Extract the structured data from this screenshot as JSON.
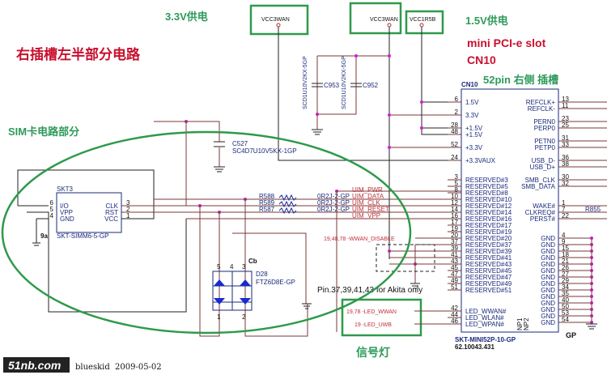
{
  "labels": {
    "title": "右插槽左半部分电路",
    "power33": "3.3V供电",
    "power15": "1.5V供电",
    "slot": "mini PCI-e slot",
    "cn10": "CN10",
    "pin52": "52pin 右侧 插槽",
    "sim": "SIM卡电路部分",
    "signal_led": "信号灯",
    "akita_note": "Pin.37,39,41,43 for Akita only"
  },
  "power_nets": [
    "VCC3WAN",
    "VCC3WAN",
    "VCC1R5B"
  ],
  "capacitors": [
    {
      "ref": "C953",
      "part": "SCD1U10V2KX-5GP"
    },
    {
      "ref": "C952",
      "part": "SCD1U10V2KX-5GP"
    },
    {
      "ref": "C527",
      "part": "SC4D7U10V5KX-1GP"
    }
  ],
  "sim_socket": {
    "ref": "SKT3",
    "part": "SKT-SIMM6-5-GP",
    "left_pins": [
      {
        "num": "6",
        "name": "I/O"
      },
      {
        "num": "5",
        "name": "VPP"
      },
      {
        "num": "4",
        "name": "GND"
      }
    ],
    "right_pins": [
      {
        "num": "3",
        "name": "CLK"
      },
      {
        "num": "2",
        "name": "RST"
      },
      {
        "num": "1",
        "name": "VCC"
      }
    ],
    "marker": "9a"
  },
  "resistors": [
    {
      "ref": "R588",
      "value": "0R2J-2-GP"
    },
    {
      "ref": "R589",
      "value": "0R2J-2-GP"
    },
    {
      "ref": "R587",
      "value": "0R2J-2-GP"
    }
  ],
  "uim_nets": [
    "UIM_PWR",
    "UIM_DATA",
    "UIM_CLK",
    "UIM_RESET",
    "UIM_VPP"
  ],
  "diode": {
    "ref": "D28",
    "part": "FTZ6D8E-GP",
    "pins": [
      "5",
      "4",
      "3",
      "1",
      "2"
    ],
    "marker": "Cb"
  },
  "wwan_disable": "19,48,78  -WWAN_DISABLE",
  "led_nets": [
    "19,78  -LED_WWAN",
    "19  -LED_UWB"
  ],
  "connector": {
    "ref": "CN10",
    "part": "SKT-MINI52P-10-GP",
    "part_no": "62.10043.431",
    "marker": "GP",
    "np": [
      "NP1",
      "NP2"
    ],
    "left_pins": [
      {
        "num": "6",
        "name": "1.5V"
      },
      {
        "num": "2",
        "name": "3.3V"
      },
      {
        "num": "28",
        "name": "+1.5V"
      },
      {
        "num": "48",
        "name": "+1.5V"
      },
      {
        "num": "52",
        "name": "+3.3V"
      },
      {
        "num": "24",
        "name": "+3.3VAUX"
      },
      {
        "num": "3",
        "name": "RESERVED#3"
      },
      {
        "num": "5",
        "name": "RESERVED#5"
      },
      {
        "num": "8",
        "name": "RESERVED#8"
      },
      {
        "num": "10",
        "name": "RESERVED#10"
      },
      {
        "num": "12",
        "name": "RESERVED#12"
      },
      {
        "num": "14",
        "name": "RESERVED#14"
      },
      {
        "num": "16",
        "name": "RESERVED#16"
      },
      {
        "num": "17",
        "name": "RESERVED#17"
      },
      {
        "num": "19",
        "name": "RESERVED#19"
      },
      {
        "num": "20",
        "name": "RESERVED#20"
      },
      {
        "num": "37",
        "name": "RESERVED#37"
      },
      {
        "num": "39",
        "name": "RESERVED#39"
      },
      {
        "num": "41",
        "name": "RESERVED#41"
      },
      {
        "num": "43",
        "name": "RESERVED#43"
      },
      {
        "num": "45",
        "name": "RESERVED#45"
      },
      {
        "num": "47",
        "name": "RESERVED#47"
      },
      {
        "num": "49",
        "name": "RESERVED#49"
      },
      {
        "num": "51",
        "name": "RESERVED#51"
      },
      {
        "num": "42",
        "name": "LED_WWAN#"
      },
      {
        "num": "44",
        "name": "LED_WLAN#"
      },
      {
        "num": "46",
        "name": "LED_WPAN#"
      }
    ],
    "right_pins": [
      {
        "num": "13",
        "name": "REFCLK+"
      },
      {
        "num": "11",
        "name": "REFCLK-"
      },
      {
        "num": "23",
        "name": "PERN0"
      },
      {
        "num": "25",
        "name": "PERP0"
      },
      {
        "num": "31",
        "name": "PETN0"
      },
      {
        "num": "33",
        "name": "PETP0"
      },
      {
        "num": "36",
        "name": "USB_D-"
      },
      {
        "num": "38",
        "name": "USB_D+"
      },
      {
        "num": "30",
        "name": "SMB_CLK"
      },
      {
        "num": "32",
        "name": "SMB_DATA"
      },
      {
        "num": "1",
        "name": "WAKE#"
      },
      {
        "num": "7",
        "name": "CLKREQ#"
      },
      {
        "num": "22",
        "name": "PERST#"
      },
      {
        "num": "4",
        "name": "GND"
      },
      {
        "num": "9",
        "name": "GND"
      },
      {
        "num": "15",
        "name": "GND"
      },
      {
        "num": "18",
        "name": "GND"
      },
      {
        "num": "21",
        "name": "GND"
      },
      {
        "num": "26",
        "name": "GND"
      },
      {
        "num": "27",
        "name": "GND"
      },
      {
        "num": "29",
        "name": "GND"
      },
      {
        "num": "34",
        "name": "GND"
      },
      {
        "num": "35",
        "name": "GND"
      },
      {
        "num": "40",
        "name": "GND"
      },
      {
        "num": "50",
        "name": "GND"
      },
      {
        "num": "53",
        "name": "GND"
      },
      {
        "num": "54",
        "name": "GND"
      }
    ]
  },
  "r855": "R855",
  "footer": {
    "logo": "51nb.com",
    "author": "blueskid",
    "date": "2009-05-02"
  },
  "colors": {
    "wire": "#7a3a3a",
    "highlight": "#2e9a4a",
    "title": "#c8102e",
    "junction": "#d020d0"
  }
}
